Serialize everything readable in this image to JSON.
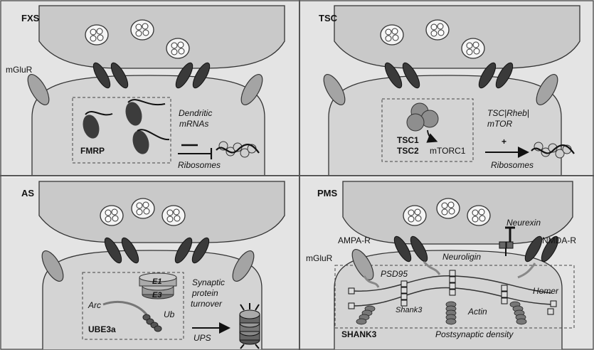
{
  "panels": {
    "fxs": {
      "title": "FXS",
      "mglur": "mGluR",
      "dendritic": "Dendritic",
      "mrnas": "mRNAs",
      "fmrp": "FMRP",
      "ribosomes": "Ribosomes"
    },
    "tsc": {
      "title": "TSC",
      "tsc1": "TSC1",
      "tsc2": "TSC2",
      "mtorc1": "mTORC1",
      "pathway_line1": "TSC|Rheb|",
      "pathway_line2": "mTOR",
      "plus": "+",
      "ribosomes": "Ribosomes"
    },
    "as": {
      "title": "AS",
      "e1": "E1",
      "e3": "E3",
      "synaptic": "Synaptic",
      "protein": "protein",
      "turnover": "turnover",
      "arc": "Arc",
      "ub": "Ub",
      "ube3a": "UBE3a",
      "ups": "UPS"
    },
    "pms": {
      "title": "PMS",
      "neurexin": "Neurexin",
      "ampar": "AMPA-R",
      "nmdar": "NMDA-R",
      "mglur": "mGluR",
      "neuroligin": "Neuroligin",
      "psd95": "PSD95",
      "homer": "Homer",
      "shank3": "Shank3",
      "actin": "Actin",
      "shank3_box": "SHANK3",
      "psd": "Postsynaptic density"
    }
  }
}
